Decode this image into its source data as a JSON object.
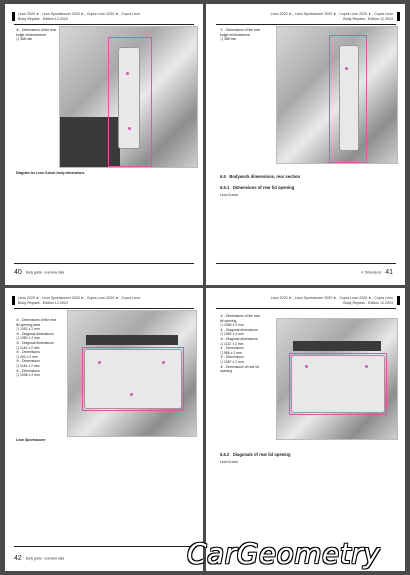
{
  "header": {
    "line1": "Leon 2020 ➤ , Leon Sportstourer 2020 ➤ , Cupra Leon 2020 ➤ , Cupra Leon",
    "line2": "Body Repairs - Edition 12.2024"
  },
  "pages": {
    "p1": {
      "note1": "⑥ - Dimensions of the rear",
      "note2": "bulge reinforcement",
      "value": "❏ 368 mm",
      "caption": "Diagram for Leon 5-door body dimensions",
      "page_number": "40",
      "footer": "Body guide - overview data"
    },
    "p2": {
      "note1": "⑦ - Dimensions of the rear",
      "note2": "bulge reinforcement",
      "value": "❏ 385 mm",
      "section_num": "6.5",
      "section_title": "Bodywork dimensions, rear section",
      "subsection_num": "6.5.1",
      "subsection_title": "Dimensions of rear lid opening",
      "subsection_note": "Leon 5-door",
      "page_number": "41",
      "footer": "4. Dimensions"
    },
    "p3": {
      "notes": [
        "① - Dimensions of the rear",
        "lid opening area",
        "❏ 1052 ± 2 mm",
        "② - Diagonal dimensions",
        "❏ 1080 ± 2 mm",
        "③ - Diagonal dimensions",
        "❏ 1140 ± 2 mm",
        "④ - Dimensions",
        "❏ 400 ± 2 mm",
        "⑤ - Dimensions",
        "❏ 1146 ± 2 mm",
        "⑥ - Dimensions",
        "❏ 1038 ± 2 mm"
      ],
      "caption": "Leon Sportstourer",
      "page_number": "42",
      "footer": "Body guide - overview data"
    },
    "p4": {
      "notes": [
        "① - Dimensions of the rear",
        "lid opening",
        "❏ 1080 ± 2 mm",
        "② - Diagonal dimensions",
        "❏ 1082 ± 2 mm",
        "③ - Diagonal dimensions",
        "❏ 1132 ± 2 mm",
        "④ - Dimensions",
        "❏ 968 ± 2 mm",
        "⑤ - Dimensions",
        "❏ 1087 ± 2 mm",
        "⑥ - Dimensions of rear lid",
        "opening"
      ],
      "section_num": "6.5.2",
      "section_title": "Diagonals of rear lid opening",
      "section_note": "Leon 5-door"
    }
  },
  "logo": "CarGeometry"
}
